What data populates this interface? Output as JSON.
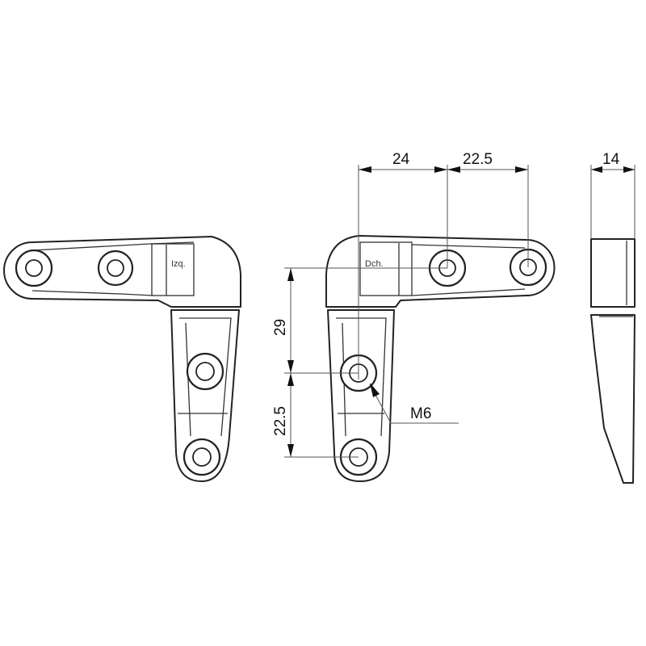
{
  "dimensions": {
    "top_a": "24",
    "top_b": "22.5",
    "side_width": "14",
    "vertical_a": "29",
    "vertical_b": "22.5",
    "thread": "M6"
  },
  "labels": {
    "left_part": "Izq.",
    "right_part": "Dch."
  }
}
